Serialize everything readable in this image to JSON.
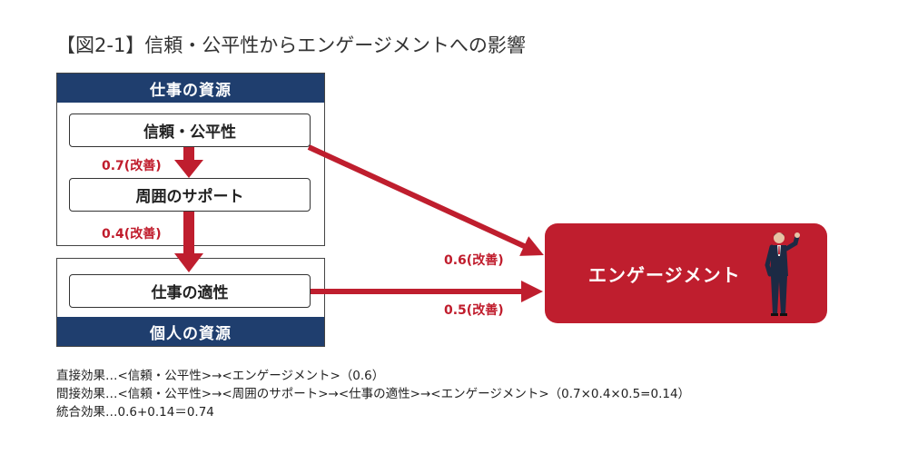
{
  "title": "【図2-1】信頼・公平性からエンゲージメントへの影響",
  "job_resources": {
    "header": "仕事の資源",
    "node_trust": "信頼・公平性",
    "node_support": "周囲のサポート",
    "edge_trust_support": "0.7(改善)",
    "edge_support_fit": "0.4(改善)"
  },
  "personal_resources": {
    "header": "個人の資源",
    "node_fit": "仕事の適性"
  },
  "result": {
    "label": "エンゲージメント"
  },
  "edge_trust_engagement": "0.6(改善)",
  "edge_fit_engagement": "0.5(改善)",
  "notes": [
    "直接効果…<信頼・公平性>→<エンゲージメント>（0.6）",
    "間接効果…<信頼・公平性>→<周囲のサポート>→<仕事の適性>→<エンゲージメント>（0.7×0.4×0.5=0.14）",
    "統合効果…0.6+0.14＝0.74"
  ],
  "colors": {
    "navy": "#1f3e6e",
    "red": "#bf1e2e",
    "text": "#222222"
  }
}
